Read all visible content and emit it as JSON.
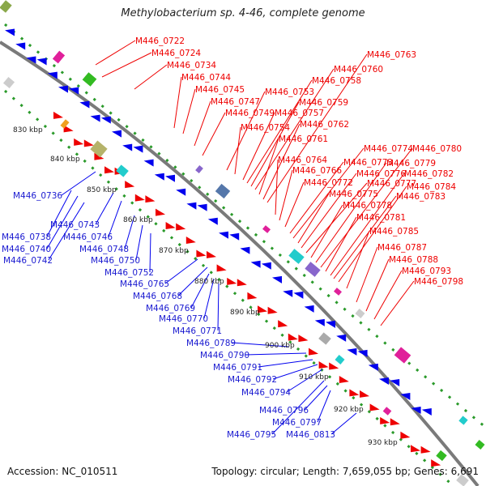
{
  "title": "Methylobacterium sp. 4-46, complete genome",
  "accession": "Accession: NC_010511",
  "topology": "Topology: circular; Length: 7,659,055 bp; Genes: 6,691",
  "colors": {
    "backbone": "#7a7a7a",
    "forward_gene": "#ee0000",
    "reverse_gene": "#0000ee",
    "dotted_track": "#2a9a2a",
    "label_red": "#ee0000",
    "label_blue": "#1a1ad0"
  },
  "kbp_ticks": [
    "830 kbp",
    "840 kbp",
    "850 kbp",
    "860 kbp",
    "870 kbp",
    "880 kbp",
    "890 kbp",
    "900 kbp",
    "910 kbp",
    "920 kbp",
    "930 kbp"
  ],
  "forward_labels": [
    "M446_0722",
    "M446_0724",
    "M446_0734",
    "M446_0744",
    "M446_0745",
    "M446_0747",
    "M446_0749",
    "M446_0753",
    "M446_0754",
    "M446_0757",
    "M446_0758",
    "M446_0759",
    "M446_0760",
    "M446_0761",
    "M446_0762",
    "M446_0763",
    "M446_0764",
    "M446_0766",
    "M446_0772",
    "M446_0773",
    "M446_0774",
    "M446_0775",
    "M446_0776",
    "M446_0777",
    "M446_0778",
    "M446_0779",
    "M446_0780",
    "M446_0781",
    "M446_0782",
    "M446_0783",
    "M446_0784",
    "M446_0785",
    "M446_0787",
    "M446_0788",
    "M446_0793",
    "M446_0798"
  ],
  "reverse_labels": [
    "M446_0736",
    "M446_0738",
    "M446_0740",
    "M446_0742",
    "M446_0743",
    "M446_0746",
    "M446_0748",
    "M446_0750",
    "M446_0752",
    "M446_0765",
    "M446_0768",
    "M446_0769",
    "M446_0770",
    "M446_0771",
    "M446_0789",
    "M446_0790",
    "M446_0791",
    "M446_0792",
    "M446_0794",
    "M446_0795",
    "M446_0796",
    "M446_0797",
    "M446_0813"
  ]
}
